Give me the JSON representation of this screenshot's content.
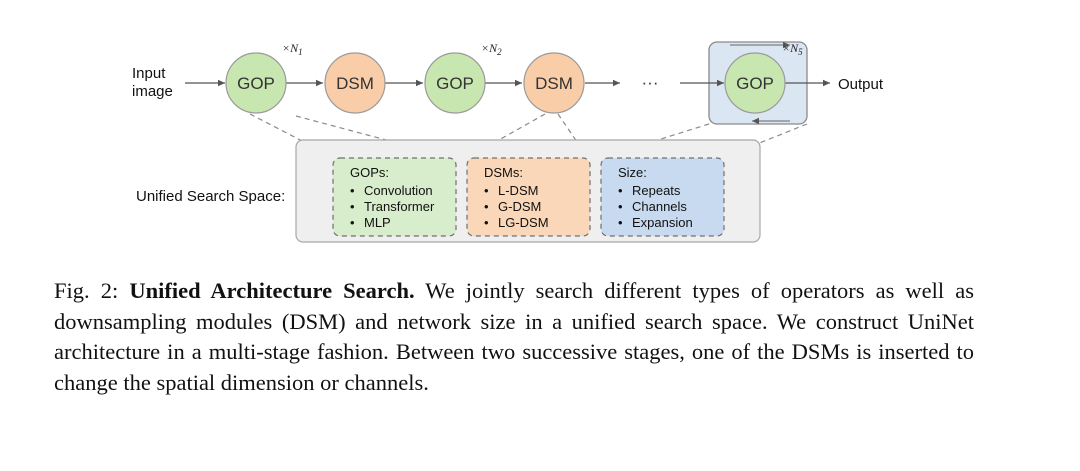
{
  "diagram": {
    "input_label_line1": "Input",
    "input_label_line2": "image",
    "output_label": "Output",
    "search_space_label": "Unified Search Space:",
    "ellipsis": "···",
    "nodes": [
      {
        "label": "GOP",
        "color": "#c8e6b0"
      },
      {
        "label": "DSM",
        "color": "#f9cda8"
      },
      {
        "label": "GOP",
        "color": "#c8e6b0"
      },
      {
        "label": "DSM",
        "color": "#f9cda8"
      },
      {
        "label": "GOP",
        "color": "#c8e6b0"
      }
    ],
    "multipliers": {
      "n1": {
        "base": "×N",
        "sub": "1"
      },
      "n2": {
        "base": "×N",
        "sub": "2"
      },
      "n5": {
        "base": "×N",
        "sub": "5"
      }
    },
    "boxes": [
      {
        "title": "GOPs:",
        "items": [
          "Convolution",
          "Transformer",
          "MLP"
        ],
        "color": "#d7edcb"
      },
      {
        "title": "DSMs:",
        "items": [
          "L-DSM",
          "G-DSM",
          "LG-DSM"
        ],
        "color": "#f9d7b8"
      },
      {
        "title": "Size:",
        "items": [
          "Repeats",
          "Channels",
          "Expansion"
        ],
        "color": "#c8daef"
      }
    ],
    "colors": {
      "gop_fill": "#c8e6b0",
      "dsm_fill": "#f9cda8",
      "stage_box_fill": "#dbe6f3",
      "search_space_fill": "#efefef"
    }
  },
  "caption": {
    "prefix": "Fig. 2: ",
    "title": "Unified Architecture Search.",
    "body": " We jointly search different types of operators as well as downsampling modules (DSM) and network size in a unified search space. We construct UniNet architecture in a multi-stage fashion. Between two successive stages, one of the DSMs is inserted to change the spatial dimension or channels."
  }
}
